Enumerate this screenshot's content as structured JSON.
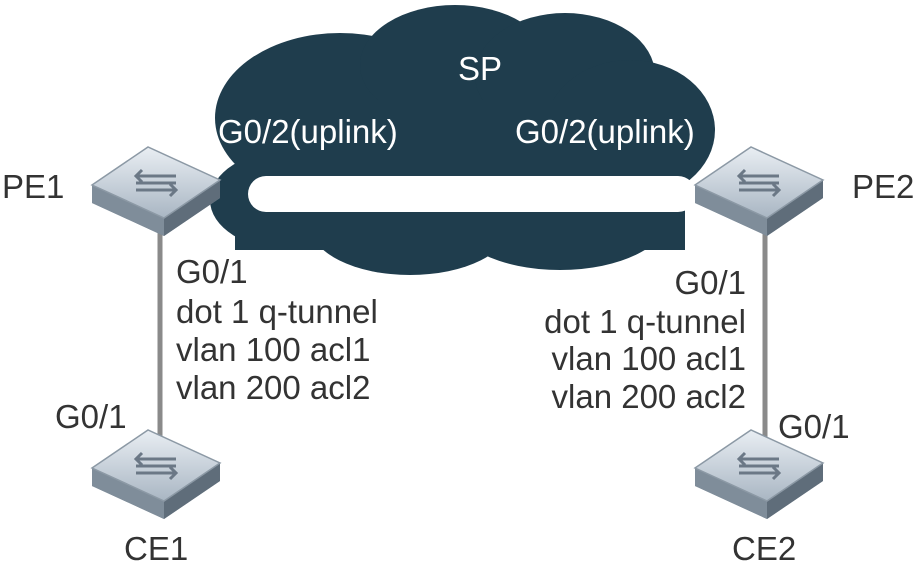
{
  "cloud": {
    "label": "SP",
    "color": "#1f3d4d"
  },
  "link": {
    "color": "#8a8a8a"
  },
  "devices": {
    "pe1": {
      "label": "PE1",
      "uplink_port": "G0/2(uplink)",
      "downlink_port": "G0/1",
      "config": [
        "dot 1 q-tunnel",
        "vlan 100 acl1",
        "vlan 200 acl2"
      ]
    },
    "pe2": {
      "label": "PE2",
      "uplink_port": "G0/2(uplink)",
      "downlink_port": "G0/1",
      "config": [
        "dot 1 q-tunnel",
        "vlan 100 acl1",
        "vlan 200 acl2"
      ]
    },
    "ce1": {
      "label": "CE1",
      "port": "G0/1"
    },
    "ce2": {
      "label": "CE2",
      "port": "G0/1"
    }
  },
  "icon": "network-switch-icon"
}
